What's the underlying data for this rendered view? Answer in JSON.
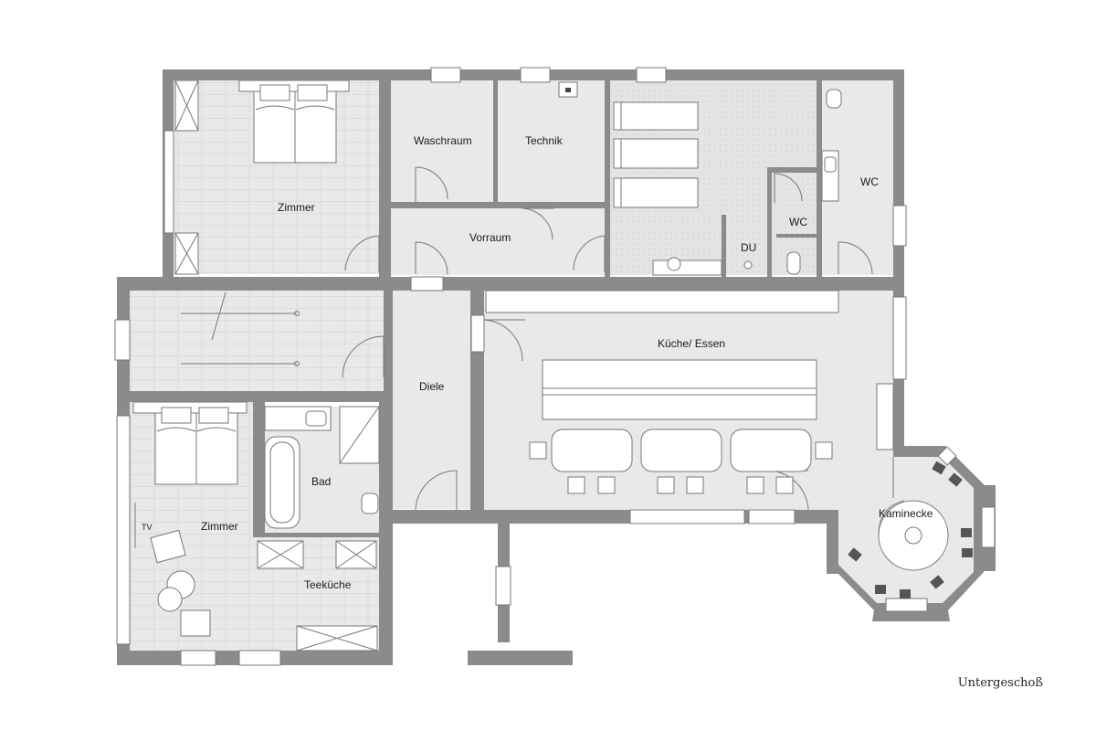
{
  "plan": {
    "caption": "Untergeschoß",
    "rooms": {
      "zimmer_top": "Zimmer",
      "waschraum": "Waschraum",
      "technik": "Technik",
      "wc_right": "WC",
      "wc_small": "WC",
      "du": "DU",
      "vorraum": "Vorraum",
      "kueche": "Küche/ Essen",
      "diele": "Diele",
      "bad": "Bad",
      "zimmer_bottom": "Zimmer",
      "teekueche": "Teeküche",
      "kaminecke": "Kaminecke",
      "tv": "TV"
    }
  }
}
